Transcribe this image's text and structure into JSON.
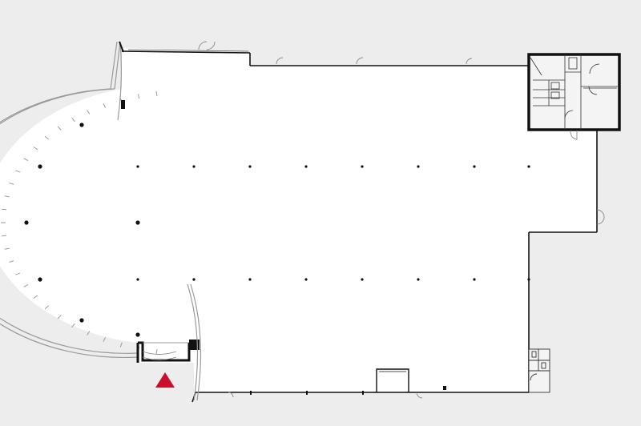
{
  "diagram": {
    "type": "architectural-floor-plan",
    "colors": {
      "background": "#ededed",
      "floor": "#ffffff",
      "wall": "#111111",
      "glazing": "#9a9a9a",
      "core_fill": "#f4f4f4",
      "entrance_marker": "#c8102e"
    },
    "columns": {
      "perimeter_ring_count": 7,
      "grid_row_count": 2,
      "grid_columns_per_row": 8
    },
    "entrance": {
      "marker_icon": "red-triangle-icon"
    }
  }
}
